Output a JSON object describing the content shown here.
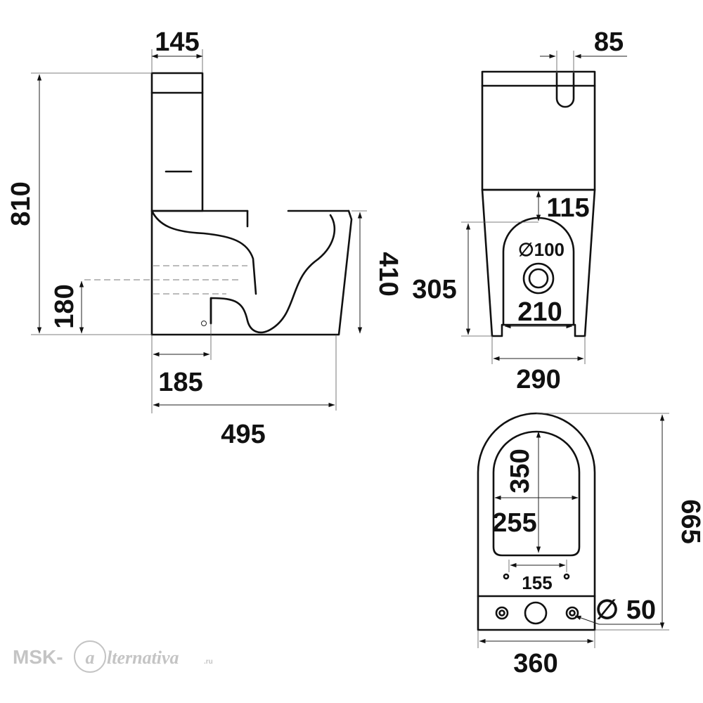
{
  "dimensions": {
    "side_tank_width": "145",
    "side_height": "810",
    "side_outlet_height": "180",
    "side_bowl_height": "410",
    "side_outlet_offset": "185",
    "side_depth": "495",
    "front_hole_offset": "85",
    "front_tank_gap": "115",
    "front_pipe_height": "305",
    "front_pipe_diameter": "∅100",
    "front_inner_width": "210",
    "front_base_width": "290",
    "top_length": "665",
    "top_opening_length": "350",
    "top_opening_width": "255",
    "top_hole_spacing": "155",
    "top_bolt_diameter": "∅ 50",
    "top_width": "360"
  },
  "watermark": {
    "left": "MSK-",
    "mark": "a",
    "right": "lternativa",
    "domain": ".ru"
  }
}
